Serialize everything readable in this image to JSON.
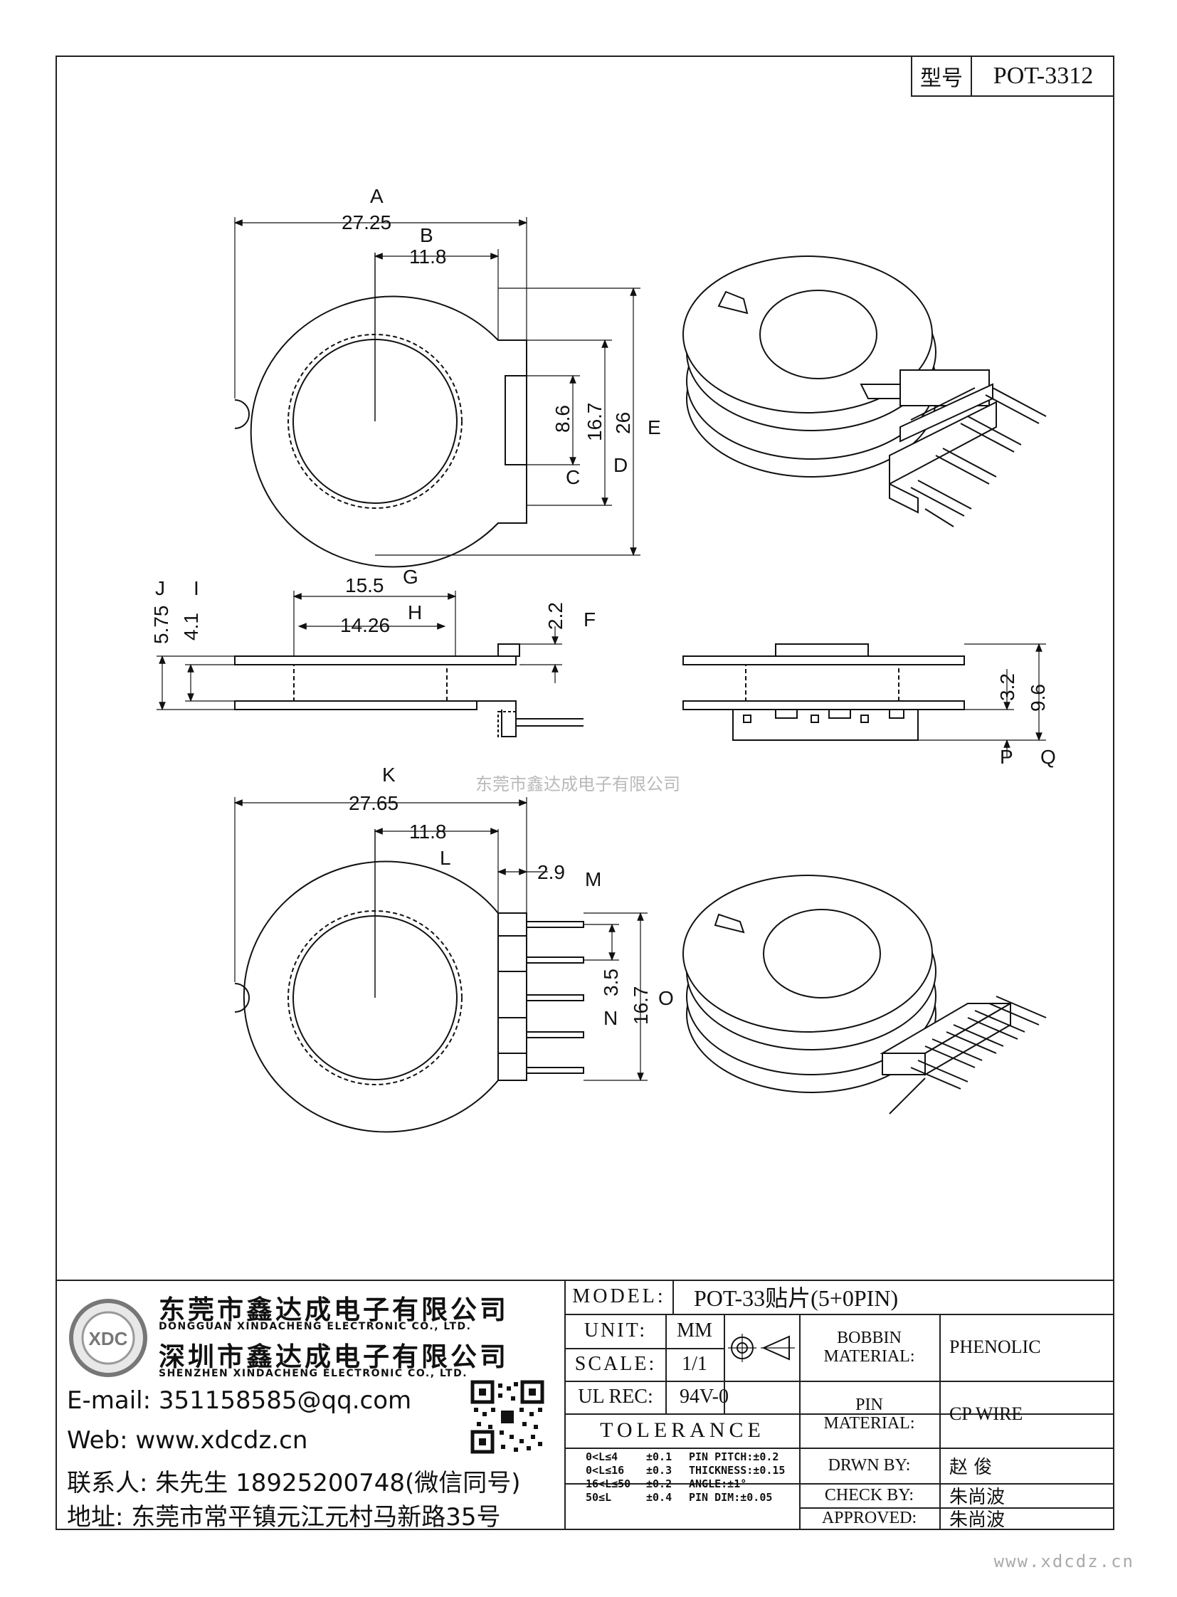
{
  "header": {
    "type_label": "型号",
    "type_value": "POT-3312"
  },
  "dimensions": {
    "A": {
      "letter": "A",
      "value": "27.25"
    },
    "B": {
      "letter": "B",
      "value": "11.8"
    },
    "C": {
      "letter": "C",
      "value": "8.6"
    },
    "D": {
      "letter": "D",
      "value": "16.7"
    },
    "E": {
      "letter": "E",
      "value": "26"
    },
    "F": {
      "letter": "F",
      "value": "2.2"
    },
    "G": {
      "letter": "G",
      "value": "15.5"
    },
    "H": {
      "letter": "H",
      "value": "14.26"
    },
    "I": {
      "letter": "I",
      "value": "4.1"
    },
    "J": {
      "letter": "J",
      "value": "5.75"
    },
    "K": {
      "letter": "K",
      "value": "27.65"
    },
    "L": {
      "letter": "L",
      "value": "11.8"
    },
    "M": {
      "letter": "M",
      "value": "2.9"
    },
    "N": {
      "letter": "N",
      "value": "3.5"
    },
    "O": {
      "letter": "O",
      "value": "16.7"
    },
    "P": {
      "letter": "P",
      "value": "3.2"
    },
    "Q": {
      "letter": "Q",
      "value": "9.6"
    }
  },
  "watermark": "东莞市鑫达成电子有限公司",
  "company": {
    "name_cn_1": "东莞市鑫达成电子有限公司",
    "name_en_1": "DONGGUAN XINDACHENG ELECTRONIC CO., LTD.",
    "name_cn_2": "深圳市鑫达成电子有限公司",
    "name_en_2": "SHENZHEN XINDACHENG ELECTRONIC CO., LTD.",
    "logo_text": "XDC",
    "email": "E-mail: 351158585@qq.com",
    "web": "Web: www.xdcdz.cn",
    "contact": "联系人: 朱先生 18925200748(微信同号)",
    "address": "地址: 东莞市常平镇元江元村马新路35号"
  },
  "title_block": {
    "model_label": "MODEL:",
    "model_value": "POT-33贴片(5+0PIN)",
    "unit_label": "UNIT:",
    "unit_value": "MM",
    "scale_label": "SCALE:",
    "scale_value": "1/1",
    "ulrec_label": "UL REC:",
    "ulrec_value": "94V-0",
    "tolerance_label": "TOLERANCE",
    "bobbin_label_1": "BOBBIN",
    "bobbin_label_2": "MATERIAL:",
    "bobbin_value": "PHENOLIC",
    "pin_label_1": "PIN",
    "pin_label_2": "MATERIAL:",
    "pin_value": "CP WIRE",
    "drawn_label": "DRWN BY:",
    "drawn_value": "赵 俊",
    "check_label": "CHECK BY:",
    "check_value": "朱尚波",
    "approved_label": "APPROVED:",
    "approved_value": "朱尚波",
    "tolerance_rows": [
      {
        "range": "0<L≤4",
        "tol": "±0.1",
        "spec": "PIN PITCH:±0.2"
      },
      {
        "range": "0<L≤16",
        "tol": "±0.3",
        "spec": "THICKNESS:±0.15"
      },
      {
        "range": "16<L≤50",
        "tol": "±0.2",
        "spec": "ANGLE:±1°"
      },
      {
        "range": "50≤L",
        "tol": "±0.4",
        "spec": "PIN DIM:±0.05"
      }
    ]
  },
  "footer_url": "www.xdcdz.cn"
}
